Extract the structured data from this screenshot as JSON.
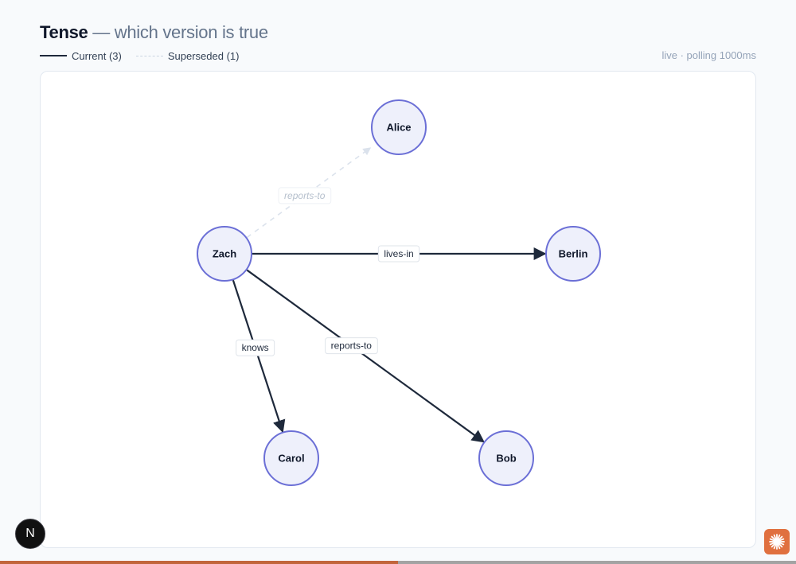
{
  "header": {
    "brand": "Tense",
    "subtitle": " — which version is true"
  },
  "legend": {
    "current_label": "Current (3)",
    "superseded_label": "Superseded (1)"
  },
  "status": "live · polling 1000ms",
  "graph": {
    "nodes": [
      {
        "id": "alice",
        "label": "Alice"
      },
      {
        "id": "zach",
        "label": "Zach"
      },
      {
        "id": "berlin",
        "label": "Berlin"
      },
      {
        "id": "carol",
        "label": "Carol"
      },
      {
        "id": "bob",
        "label": "Bob"
      }
    ],
    "edges": [
      {
        "id": "zach-alice",
        "from": "zach",
        "to": "alice",
        "label": "reports-to",
        "status": "superseded"
      },
      {
        "id": "zach-berlin",
        "from": "zach",
        "to": "berlin",
        "label": "lives-in",
        "status": "current"
      },
      {
        "id": "zach-carol",
        "from": "zach",
        "to": "carol",
        "label": "knows",
        "status": "current"
      },
      {
        "id": "zach-bob",
        "from": "zach",
        "to": "bob",
        "label": "reports-to",
        "status": "current"
      }
    ],
    "colors": {
      "node_fill": "#eef0fb",
      "node_stroke": "#6b6fd6",
      "edge_current": "#1e293b",
      "edge_superseded": "#dbe2ec"
    }
  },
  "dev_badge": {
    "label": "N",
    "icon": "nextjs-icon"
  },
  "corner_button": {
    "icon": "sparkle-icon"
  },
  "progress": {
    "fraction": 0.5
  }
}
